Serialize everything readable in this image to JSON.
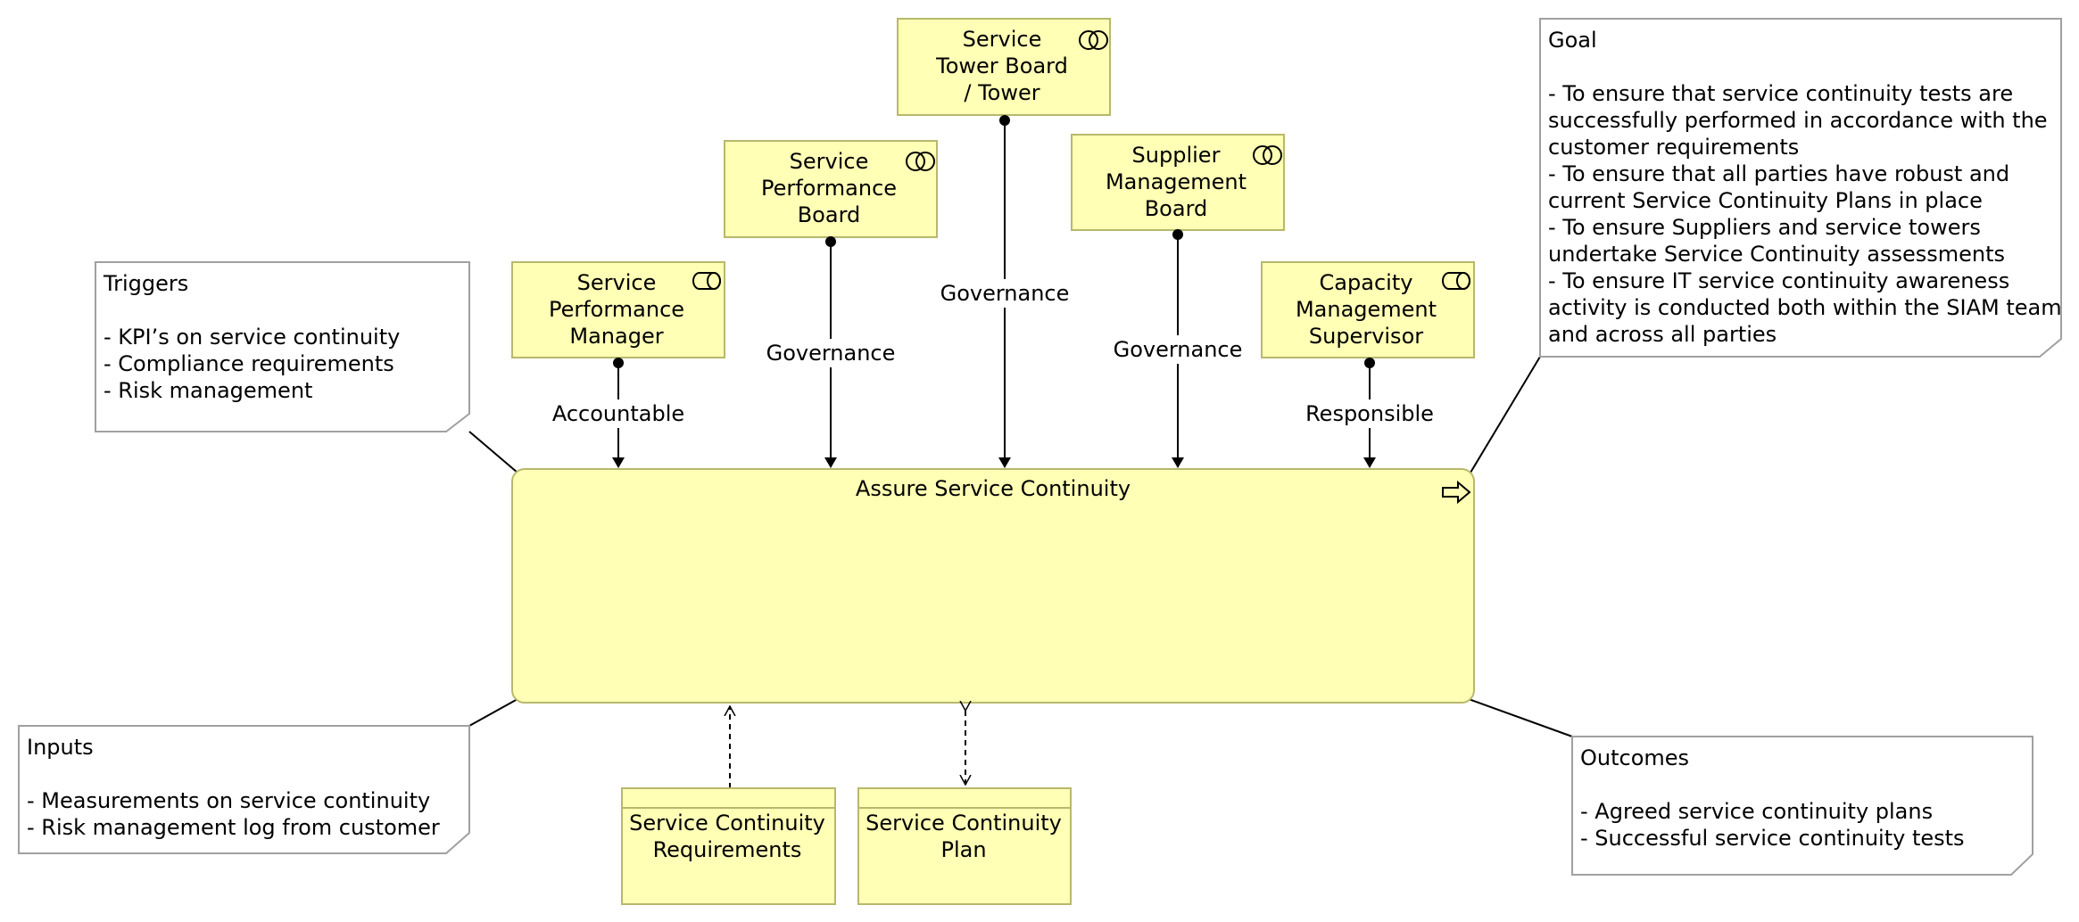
{
  "actors": {
    "tower_board": "Service\nTower Board\n/  Tower",
    "performance_board": "Service\nPerformance\nBoard",
    "supplier_board": "Supplier\nManagement\nBoard",
    "performance_manager": "Service\nPerformance\nManager",
    "capacity_supervisor": "Capacity\nManagement\nSupervisor"
  },
  "relations": {
    "accountable": "Accountable",
    "governance": "Governance",
    "responsible": "Responsible"
  },
  "process": {
    "title": "Assure Service Continuity"
  },
  "objects": {
    "requirements": "Service Continuity\nRequirements",
    "plan": "Service Continuity\nPlan"
  },
  "notes": {
    "triggers": "Triggers\n\n- KPI’s on service continuity\n- Compliance requirements\n- Risk management",
    "goal": "Goal\n\n- To ensure that service continuity tests are\nsuccessfully performed in accordance with the\ncustomer requirements\n- To ensure that all parties have robust and\ncurrent Service Continuity Plans in place\n- To ensure Suppliers and service towers\nundertake Service Continuity assessments\n- To ensure IT service continuity awareness\nactivity is conducted both within the SIAM team\nand across all parties",
    "inputs": "Inputs\n\n- Measurements on service continuity\n- Risk management log from customer",
    "outcomes": "Outcomes\n\n- Agreed service continuity plans\n- Successful service continuity tests"
  },
  "colors": {
    "element_fill": "#ffffb5",
    "element_border": "#b8b86c",
    "note_border": "#a0a0a0"
  }
}
